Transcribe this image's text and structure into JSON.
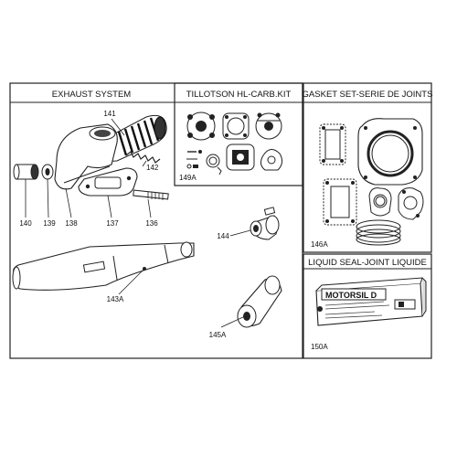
{
  "panels": {
    "exhaust": {
      "title": "EXHAUST SYSTEM",
      "parts": [
        "141",
        "142",
        "140",
        "139",
        "138",
        "137",
        "136",
        "143A",
        "144",
        "145A"
      ]
    },
    "carb": {
      "title": "TILLOTSON HL-CARB.KIT",
      "code": "149A"
    },
    "gasket": {
      "title": "GASKET SET-SERIE DE JOINTS",
      "code": "146A"
    },
    "seal": {
      "title": "LIQUID SEAL-JOINT LIQUIDE",
      "code": "150A",
      "product_label": "MOTORSIL D"
    }
  }
}
